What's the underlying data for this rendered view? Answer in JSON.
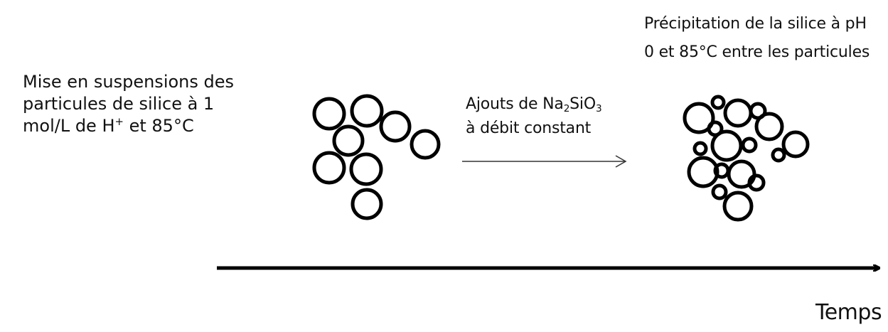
{
  "left_text": {
    "line1": "Mise en suspensions des",
    "line2": "particules de silice à 1",
    "line3_prefix": "mol/L de H",
    "line3_sup": "+",
    "line3_suffix": " et 85°C"
  },
  "arrow_label": {
    "line1_prefix": "Ajouts de Na",
    "line1_sub1": "2",
    "line1_mid": "SiO",
    "line1_sub2": "3",
    "line2": "à débit constant"
  },
  "result_text": {
    "line1": "Précipitation de la silice à pH",
    "line2": "0 et 85°C entre les particules"
  },
  "time_axis_label": "Temps"
}
